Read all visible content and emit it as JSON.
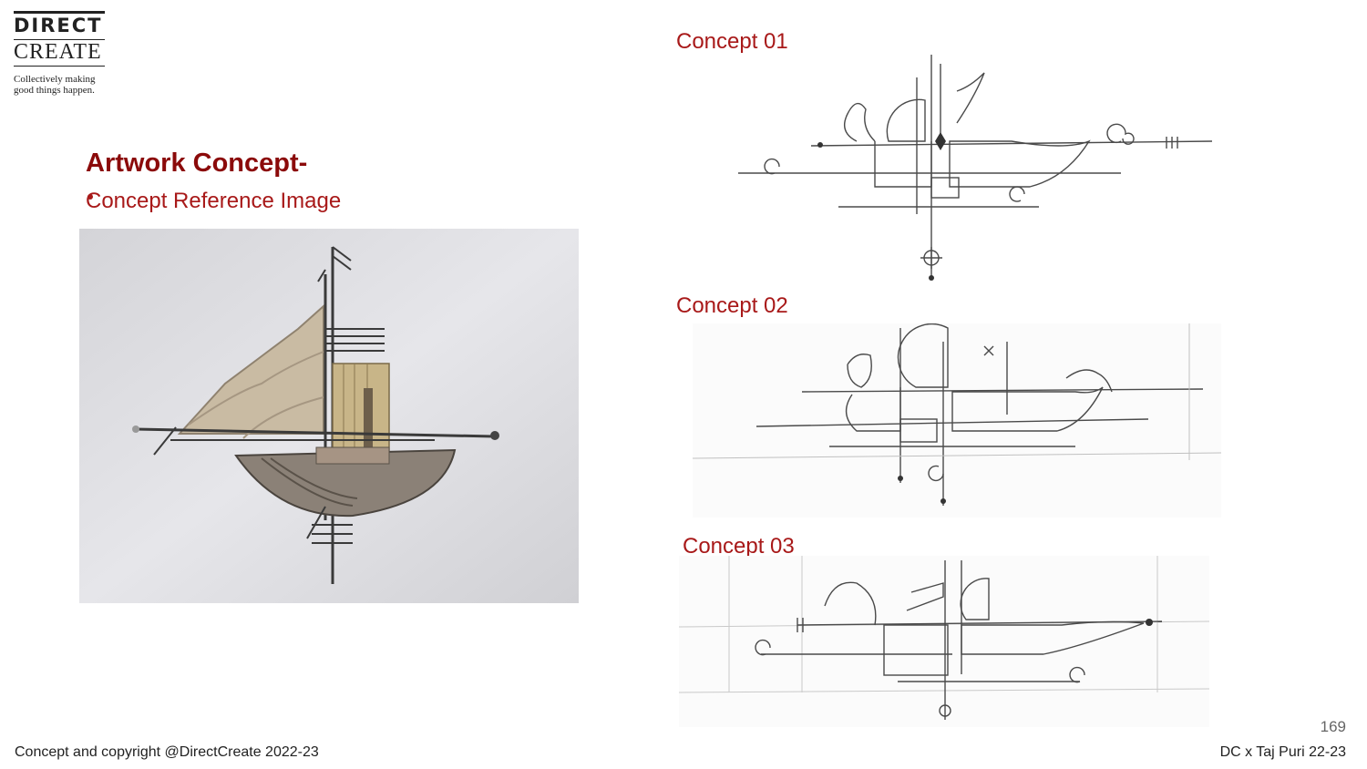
{
  "logo": {
    "line1": "DIRECT",
    "line2": "CREATE",
    "tagline": "Collectively making\ngood things happen."
  },
  "heading": {
    "title": "Artwork Concept-",
    "subtitle": "Concept Reference Image"
  },
  "concepts": [
    {
      "label": "Concept 01"
    },
    {
      "label": "Concept 02"
    },
    {
      "label": "Concept 03"
    }
  ],
  "footer": {
    "left": "Concept and copyright @DirectCreate 2022-23",
    "right": "DC x Taj Puri 22-23",
    "page_number": "169"
  },
  "colors": {
    "accent": "#8b0a0a",
    "label": "#a81919",
    "text": "#222222"
  }
}
